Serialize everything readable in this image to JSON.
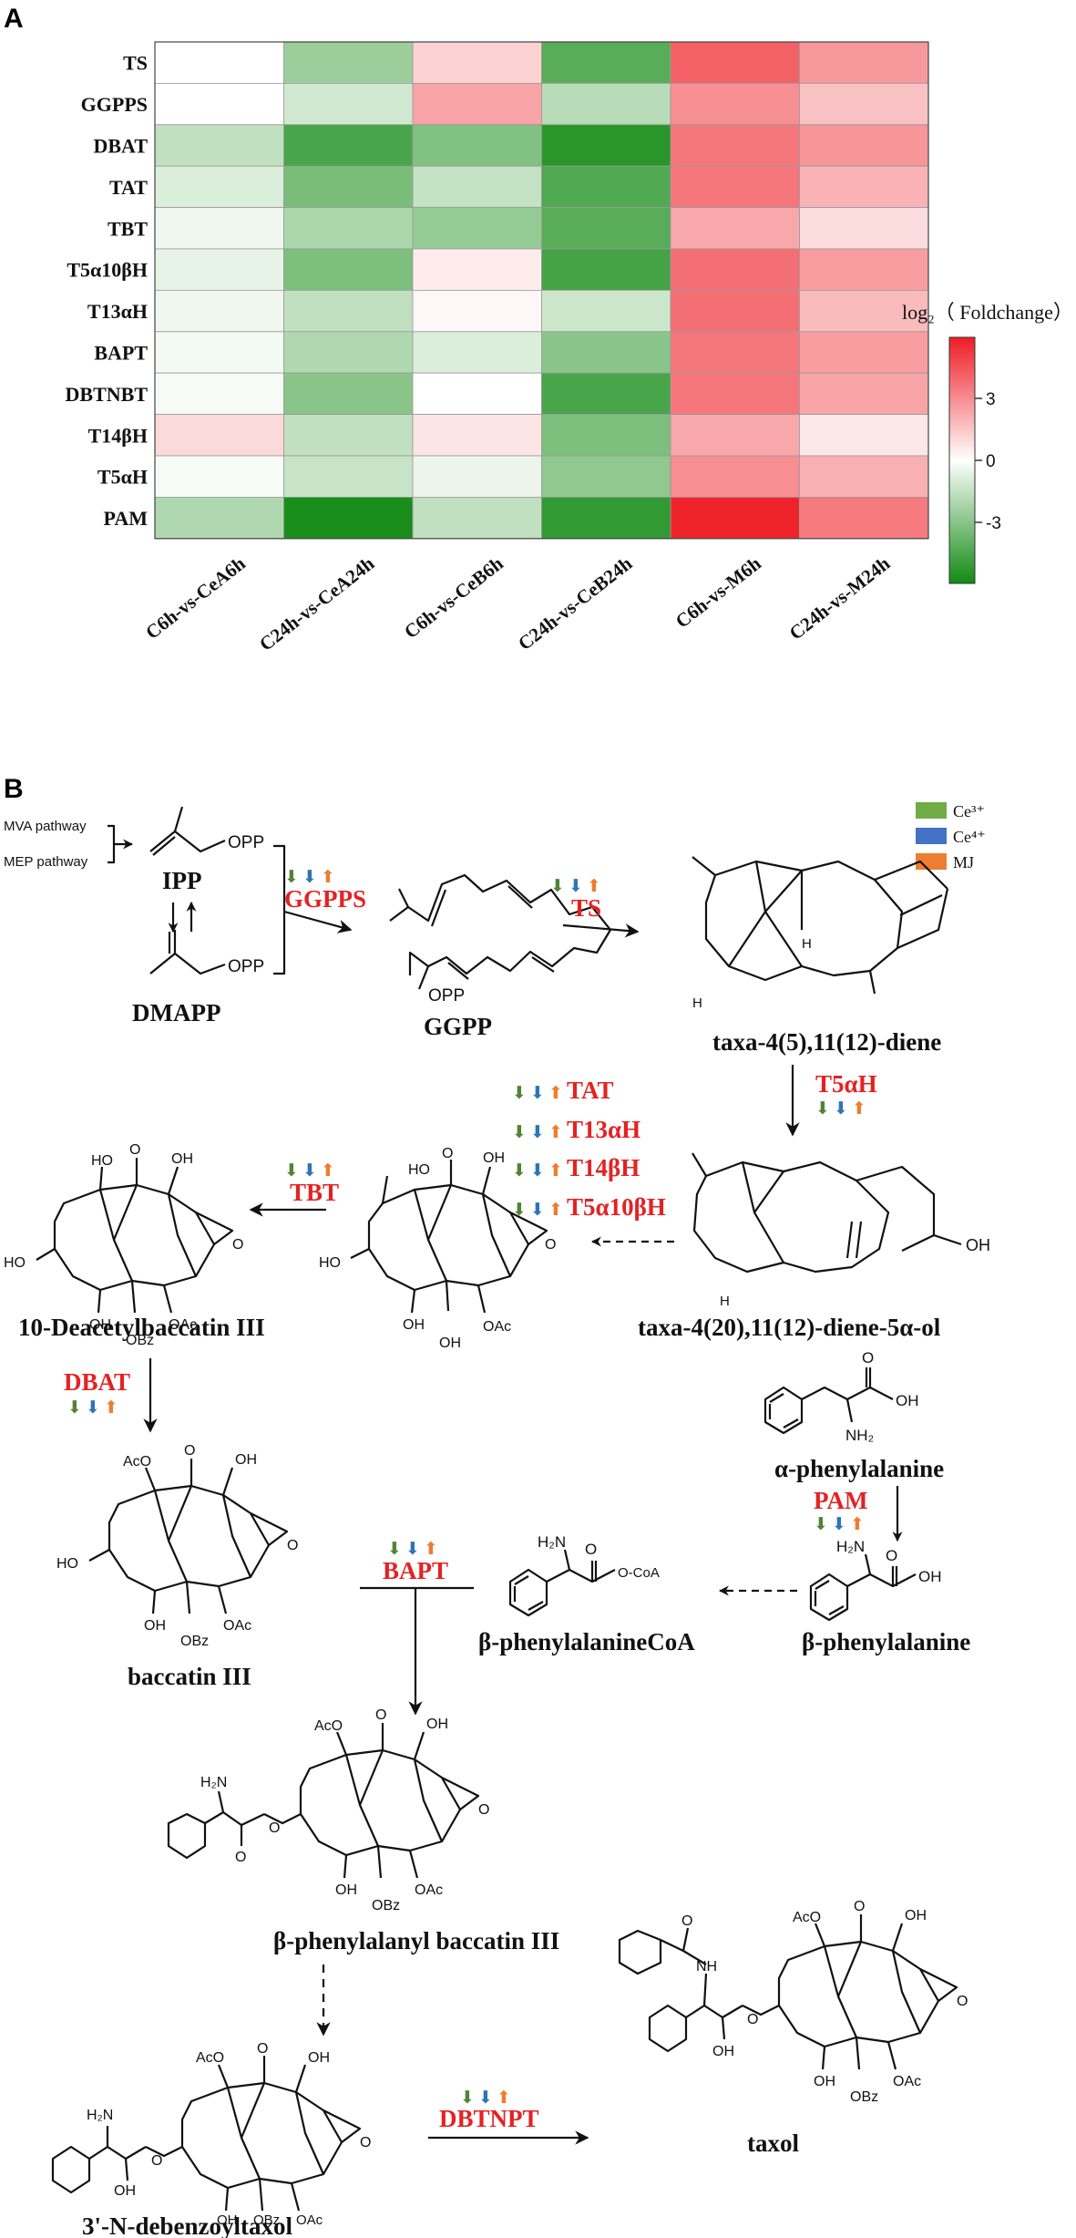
{
  "panels": {
    "a": "A",
    "b": "B"
  },
  "heatmap": {
    "rows": [
      "TS",
      "GGPPS",
      "DBAT",
      "TAT",
      "TBT",
      "T5α10βH",
      "T13αH",
      "BAPT",
      "DBTNBT",
      "T14βH",
      "T5αH",
      "PAM"
    ],
    "cols": [
      "C6h-vs-CeA6h",
      "C24h-vs-CeA24h",
      "C6h-vs-CeB6h",
      "C24h-vs-CeB24h",
      "C6h-vs-M6h",
      "C24h-vs-M24h"
    ],
    "legend_title": "log₂（ Foldchange）",
    "legend_ticks": [
      "3",
      "0",
      "-3"
    ],
    "colors": {
      "high": "#ee1c24",
      "mid": "#ffffff",
      "low": "#128a12"
    }
  },
  "chart_data": {
    "type": "heatmap",
    "rows": [
      "TS",
      "GGPPS",
      "DBAT",
      "TAT",
      "TBT",
      "T5α10βH",
      "T13αH",
      "BAPT",
      "DBTNBT",
      "T14βH",
      "T5αH",
      "PAM"
    ],
    "columns": [
      "C6h-vs-CeA6h",
      "C24h-vs-CeA24h",
      "C6h-vs-CeB6h",
      "C24h-vs-CeB24h",
      "C6h-vs-M6h",
      "C24h-vs-M24h"
    ],
    "values": [
      [
        0,
        -2.5,
        1.2,
        -4.2,
        4.2,
        2.7
      ],
      [
        0,
        -1.2,
        2.4,
        -1.8,
        3.0,
        1.6
      ],
      [
        -1.6,
        -4.6,
        -3.2,
        -5.4,
        3.6,
        2.8
      ],
      [
        -0.9,
        -3.4,
        -1.5,
        -4.4,
        3.6,
        2.0
      ],
      [
        -0.4,
        -2.1,
        -2.7,
        -4.2,
        2.3,
        0.9
      ],
      [
        -0.6,
        -3.3,
        0.5,
        -4.7,
        3.8,
        2.6
      ],
      [
        -0.4,
        -1.6,
        0.2,
        -1.3,
        3.8,
        1.8
      ],
      [
        -0.3,
        -2.0,
        -0.9,
        -3.0,
        3.6,
        2.6
      ],
      [
        -0.2,
        -3.0,
        0.0,
        -4.6,
        3.6,
        2.4
      ],
      [
        1.0,
        -1.6,
        0.7,
        -3.3,
        2.3,
        0.6
      ],
      [
        -0.2,
        -1.4,
        -0.5,
        -2.8,
        3.0,
        2.1
      ],
      [
        -2.0,
        -5.8,
        -1.6,
        -5.2,
        5.8,
        3.5
      ]
    ],
    "color_scale": {
      "min": -6,
      "max": 6,
      "low": "#128a12",
      "mid": "#ffffff",
      "high": "#ee1c24"
    },
    "colorbar_ticks": [
      3,
      0,
      -3
    ],
    "colorbar_title": "log₂（ Foldchange）"
  },
  "pathway": {
    "legend": [
      {
        "label": "Ce³⁺",
        "color": "#70ad47"
      },
      {
        "label": "Ce⁴⁺",
        "color": "#4472c4"
      },
      {
        "label": "MJ",
        "color": "#ed7d31"
      }
    ],
    "arrow_colors": {
      "green": "#548235",
      "blue": "#2e75b6",
      "orange": "#ed7d31"
    },
    "mva": "MVA pathway",
    "mep": "MEP pathway",
    "opp": "OPP",
    "compounds": {
      "ipp": "IPP",
      "dmapp": "DMAPP",
      "ggpp": "GGPP",
      "taxadiene": "taxa-4(5),11(12)-diene",
      "taxadienol": "taxa-4(20),11(12)-diene-5α-ol",
      "deacetylbaccatin": "10-Deacetylbaccatin III",
      "baccatin": "baccatin III",
      "alpha_phe": "α-phenylalanine",
      "beta_phe": "β-phenylalanine",
      "beta_phe_coa": "β-phenylalanineCoA",
      "phenylalanyl_baccatin": "β-phenylalanyl baccatin III",
      "debenzoyltaxol": "3'-N-debenzoyltaxol",
      "taxol": "taxol"
    },
    "enzymes": {
      "ggpps": "GGPPS",
      "ts": "TS",
      "t5ah": "T5αH",
      "tat": "TAT",
      "t13ah": "T13αH",
      "t14bh": "T14βH",
      "t5a10bh": "T5α10βH",
      "tbt": "TBT",
      "dbat": "DBAT",
      "pam": "PAM",
      "bapt": "BAPT",
      "dbtnpt": "DBTNPT"
    },
    "groups": {
      "ho": "HO",
      "oh": "OH",
      "aco": "AcO",
      "obz": "OBz",
      "oac": "OAc",
      "h": "H",
      "h2n": "H₂N",
      "nh2": "NH₂",
      "nh": "NH",
      "o": "O",
      "o_coa": "O-CoA"
    }
  }
}
